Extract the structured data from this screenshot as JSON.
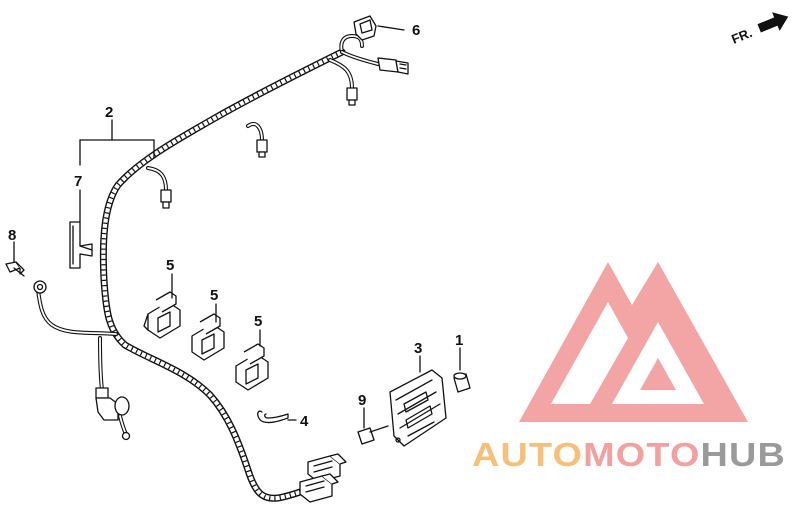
{
  "direction_label": "FR.",
  "watermark": {
    "word_part1": "AUTO",
    "word_part2": "MOTO",
    "word_part3": "HUB",
    "colors": {
      "part1": "#f6c07a",
      "part2": "#f2a0a0",
      "part3": "#9a9a9a",
      "logo": "#f2a0a0"
    }
  },
  "callouts": [
    {
      "id": "callout-1",
      "label": "1"
    },
    {
      "id": "callout-2",
      "label": "2"
    },
    {
      "id": "callout-3",
      "label": "3"
    },
    {
      "id": "callout-4",
      "label": "4"
    },
    {
      "id": "callout-5a",
      "label": "5"
    },
    {
      "id": "callout-5b",
      "label": "5"
    },
    {
      "id": "callout-5c",
      "label": "5"
    },
    {
      "id": "callout-6",
      "label": "6"
    },
    {
      "id": "callout-7",
      "label": "7"
    },
    {
      "id": "callout-8",
      "label": "8"
    },
    {
      "id": "callout-9",
      "label": "9"
    }
  ]
}
